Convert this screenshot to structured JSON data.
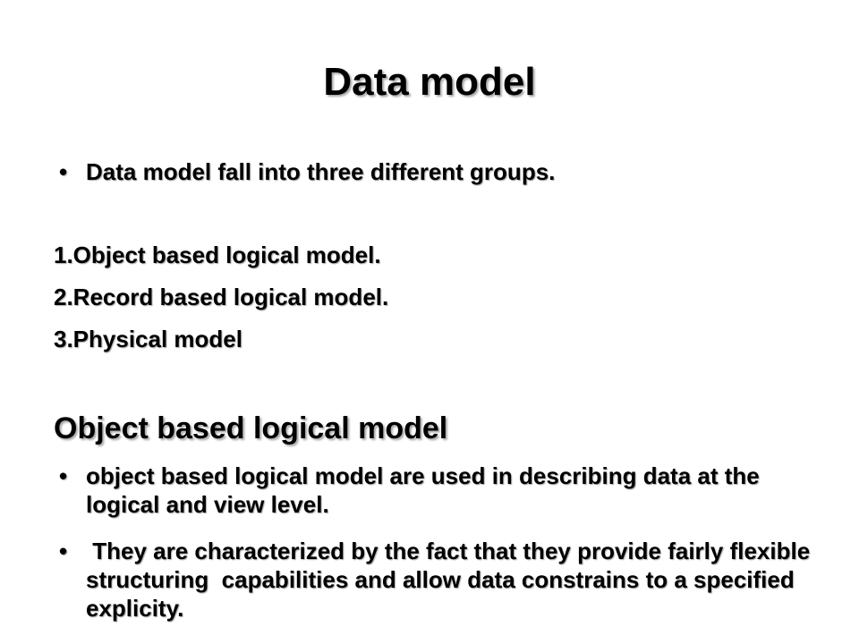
{
  "slide": {
    "title": "Data model",
    "intro_bullet": {
      "symbol": "•",
      "text": "Data model fall into three different groups."
    },
    "numbered_items": [
      "1.Object based logical model.",
      "2.Record based logical model.",
      "3.Physical model"
    ],
    "section_heading": "Object based logical model",
    "section_bullets": [
      {
        "symbol": "•",
        "text": "object based logical model are used in describing data at the logical and view level."
      },
      {
        "symbol": "•",
        "text": " They are characterized by the fact that they provide fairly flexible structuring  capabilities and allow data constrains to a specified explicity."
      }
    ]
  }
}
